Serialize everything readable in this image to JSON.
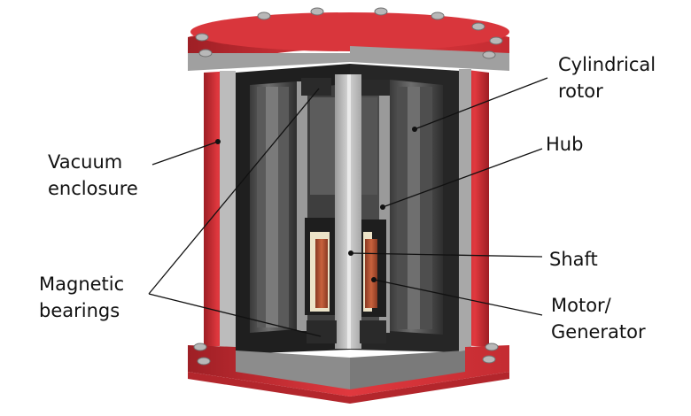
{
  "labels": {
    "vacuum_enclosure": [
      "Vacuum",
      "enclosure"
    ],
    "magnetic_bearings": [
      "Magnetic",
      "bearings"
    ],
    "cylindrical_rotor": [
      "Cylindrical",
      "rotor"
    ],
    "hub": "Hub",
    "shaft": "Shaft",
    "motor_generator": [
      "Motor/",
      "Generator"
    ]
  },
  "colors": {
    "enclosure_red": "#e0383e",
    "enclosure_dark_red": "#b3262c",
    "metal_light": "#c9c9c9",
    "metal_mid": "#8a8a8a",
    "metal_dark": "#3a3a3a",
    "rotor_dark": "#2b2b2b",
    "copper": "#b5502f",
    "insulator": "#ece3c8",
    "leader_line": "#111111"
  }
}
